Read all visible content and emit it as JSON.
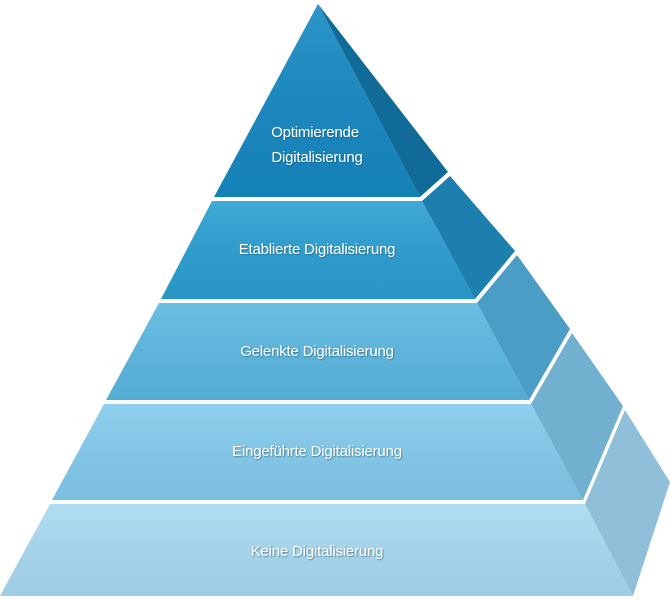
{
  "pyramid": {
    "levels": [
      {
        "label_lines": [
          "Optimierende",
          "Digitalisierung"
        ],
        "front_color": "#1589c3",
        "side_color": "#116b98"
      },
      {
        "label_lines": [
          "Etablierte Digitalisierung"
        ],
        "front_color": "#2a9fd3",
        "side_color": "#1d7fae"
      },
      {
        "label_lines": [
          "Gelenkte Digitalisierung"
        ],
        "front_color": "#5bb8e2",
        "side_color": "#4a9dc4"
      },
      {
        "label_lines": [
          "Eingeführte Digitalisierung"
        ],
        "front_color": "#83cbed",
        "side_color": "#72b0cf"
      },
      {
        "label_lines": [
          "Keine Digitalisierung"
        ],
        "front_color": "#a9daf2",
        "side_color": "#8fbfd9"
      }
    ]
  }
}
